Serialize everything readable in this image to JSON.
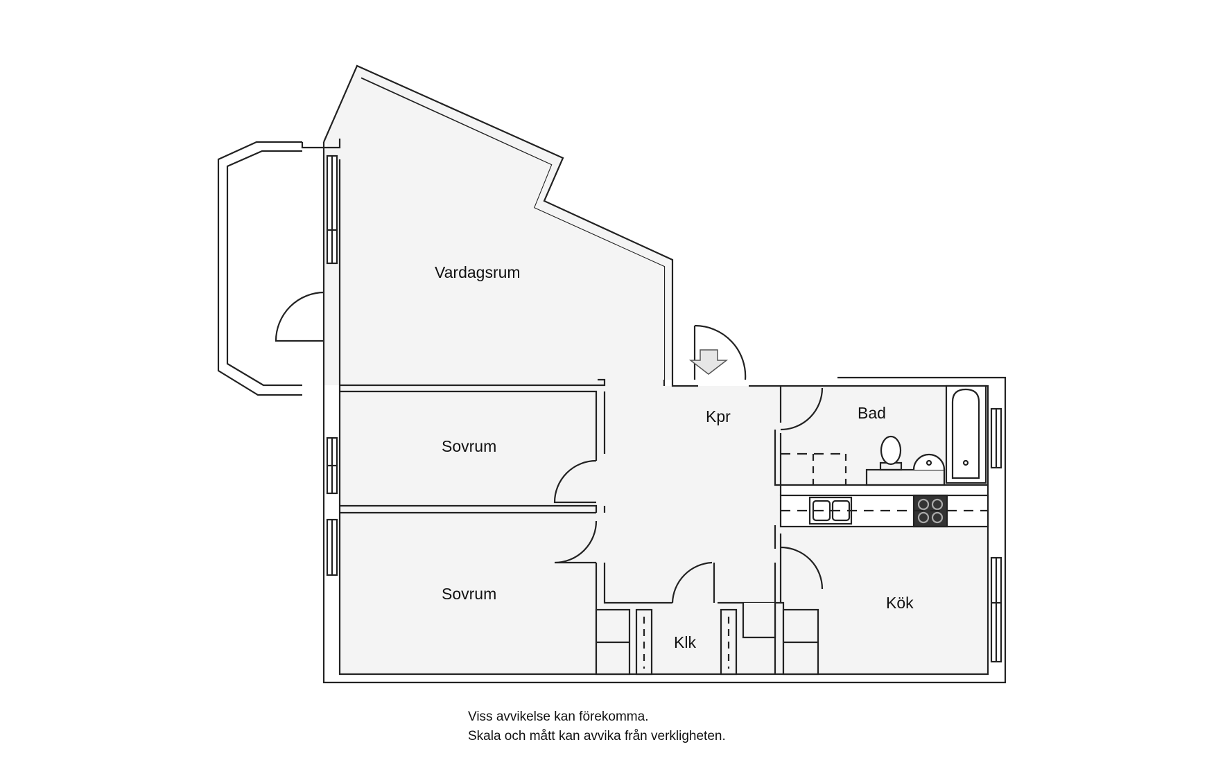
{
  "rooms": {
    "vardagsrum": "Vardagsrum",
    "sovrum_1": "Sovrum",
    "sovrum_2": "Sovrum",
    "kpr": "Kpr",
    "bad": "Bad",
    "kok": "Kök",
    "klk": "Klk"
  },
  "disclaimer": {
    "line1": "Viss avvikelse kan förekomma.",
    "line2": "Skala och mått kan avvika från verkligheten."
  },
  "colors": {
    "floor": "#f4f4f4",
    "wall": "#222222",
    "stove": "#333333"
  },
  "icons": {
    "entrance": "entrance-arrow-icon"
  }
}
